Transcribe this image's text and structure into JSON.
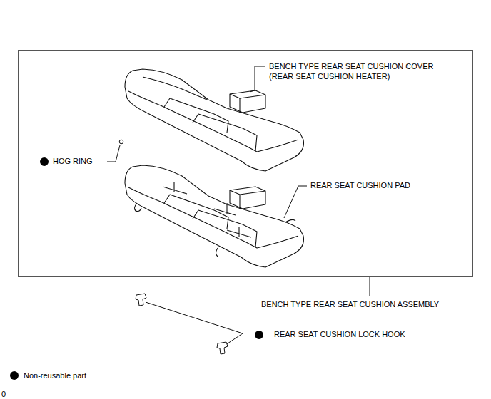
{
  "diagram": {
    "nodes": [
      {
        "text": [
          "BENCH TYPE REAR SEAT CUSHION ASSEMBLY"
        ]
      }
    ],
    "labels": [
      "BENCH TYPE REAR SEAT CUSHION COVER (REAR SEAT CUSHION HEATER)",
      "HOG RING",
      "REAR SEAT CUSHION PAD",
      "REAR SEAT CUSHION LOCK HOOK",
      "0"
    ],
    "legend": [
      {
        "text": "Non-reusable part"
      }
    ]
  }
}
